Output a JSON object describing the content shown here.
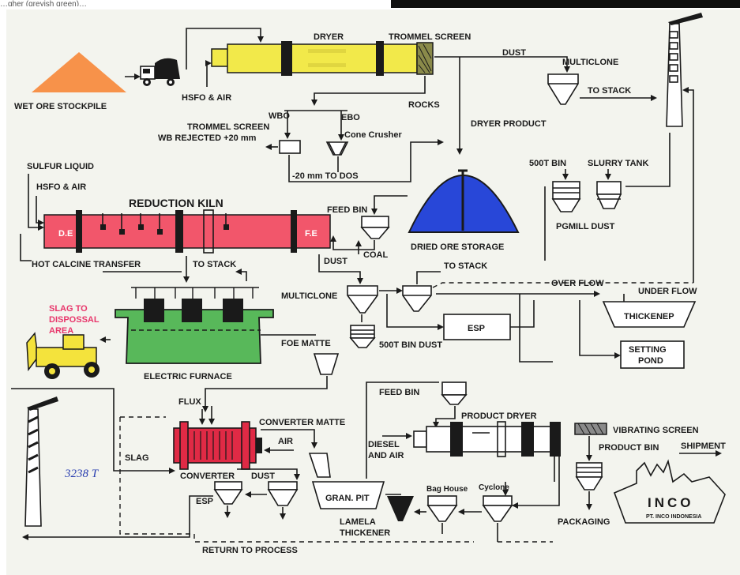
{
  "top_clipped_text": "…gher (greyish green)…",
  "labels": {
    "wet_ore_stockpile": "WET ORE STOCKPILE",
    "dryer": "DRYER",
    "trommel_screen_top": "TROMMEL SCREEN",
    "dust_top": "DUST",
    "multiclone_top": "MULTICLONE",
    "to_stack_top": "TO STACK",
    "hsfo_air_top": "HSFO & AIR",
    "rocks": "ROCKS",
    "wbo": "WBO",
    "ebo": "EBO",
    "trommel_screen_mid": "TROMMEL SCREEN",
    "cone_crusher": "Cone Crusher",
    "wb_rejected": "WB REJECTED +20 mm",
    "dryer_product": "DRYER PRODUCT",
    "to_dos": "-20 mm TO DOS",
    "sulfur_liquid": "SULFUR LIQUID",
    "hsfo_air_kiln": "HSFO & AIR",
    "reduction_kiln": "REDUCTION KILN",
    "de": "D.E",
    "fe": "F.E",
    "feed_bin_kiln": "FEED BIN",
    "coal": "COAL",
    "dried_ore_storage": "DRIED ORE STORAGE",
    "bin_500t": "500T BIN",
    "slurry_tank": "SLURRY TANK",
    "pgmill_dust": "PGMILL DUST",
    "hot_calcine": "HOT CALCINE TRANSFER",
    "to_stack_kiln": "TO STACK",
    "dust_kiln": "DUST",
    "to_stack_mid": "TO STACK",
    "multiclone_mid": "MULTICLONE",
    "over_flow": "OVER FLOW",
    "under_flow": "UNDER FLOW",
    "thickener": "THICKENEP",
    "slag_disposal": "SLAG TO DISPOSSAL AREA",
    "esp_mid": "ESP",
    "bin_dust_500t": "500T BIN DUST",
    "setting_pond": "SETTING POND",
    "foe_matte": "FOE MATTE",
    "electric_furnace": "ELECTRIC FURNACE",
    "flux": "FLUX",
    "converter_matte": "CONVERTER MATTE",
    "air": "AIR",
    "slag": "SLAG",
    "converter": "CONVERTER",
    "dust_conv": "DUST",
    "esp_low": "ESP",
    "handwritten": "3238 T",
    "feed_bin_low": "FEED BIN",
    "product_dryer": "PRODUCT DRYER",
    "diesel_air": "DIESEL AND AIR",
    "gran_pit": "GRAN. PIT",
    "bag_house": "Bag House",
    "cyclone": "Cyclone",
    "lamela_thickener": "LAMELA THICKENER",
    "vibrating_screen": "VIBRATING SCREEN",
    "product_bin": "PRODUCT BIN",
    "shipment": "SHIPMENT",
    "packaging": "PACKAGING",
    "inco": "INCO",
    "pt_inco": "PT. INCO INDONESIA",
    "return_to_process": "RETURN TO PROCESS"
  },
  "colors": {
    "stockpile": "#f7924a",
    "dryer": "#f2e94a",
    "kiln": "#f2566b",
    "storage_dome": "#2847d8",
    "furnace": "#58b85a",
    "converter": "#e02a45",
    "bulldozer": "#f4e33c",
    "slag_text": "#e8366b",
    "handwriting": "#2a3fb0"
  },
  "icons": [
    "dump-truck-icon",
    "bulldozer-icon",
    "ship-icon",
    "stack-chimney-icon"
  ]
}
